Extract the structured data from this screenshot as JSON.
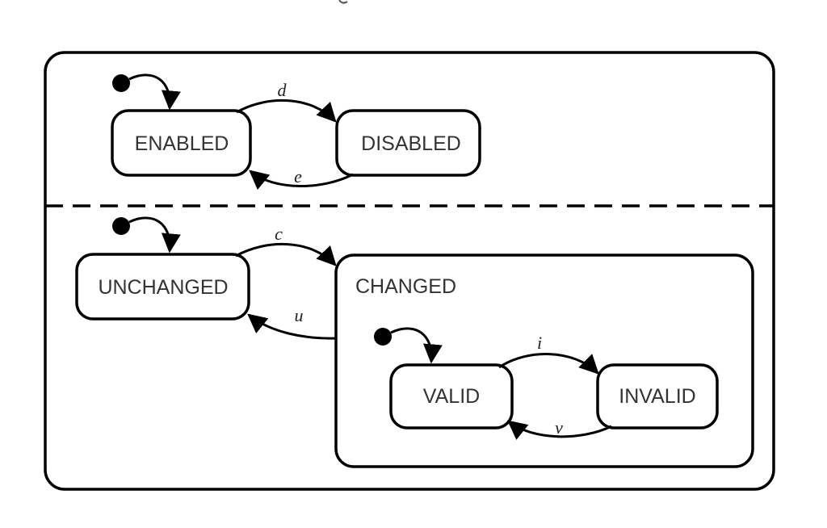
{
  "diagram": {
    "states": {
      "enabled": "ENABLED",
      "disabled": "DISABLED",
      "unchanged": "UNCHANGED",
      "changed": "CHANGED",
      "valid": "VALID",
      "invalid": "INVALID"
    },
    "transitions": {
      "d": "d",
      "e": "e",
      "c": "c",
      "u": "u",
      "i": "i",
      "v": "v"
    }
  }
}
